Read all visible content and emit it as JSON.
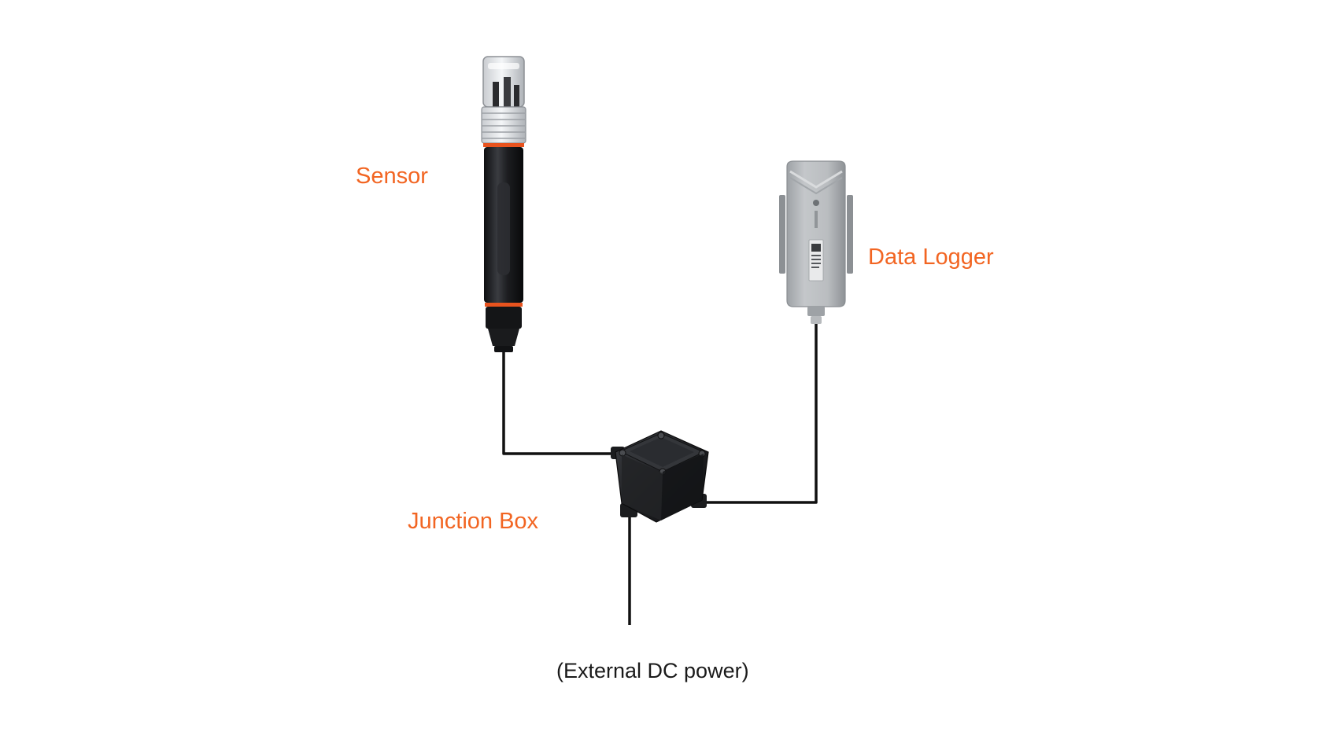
{
  "labels": {
    "sensor": "Sensor",
    "data_logger": "Data Logger",
    "junction_box": "Junction Box",
    "power": "(External DC power)"
  },
  "colors": {
    "label_accent": "#f26522",
    "label_plain": "#1a1a1a",
    "wire": "#111111",
    "sensor_body": "#1b1c1f",
    "sensor_ring": "#e8531e",
    "logger_body": "#b9bcbf",
    "junction_body": "#1e1f21"
  },
  "icons": {
    "sensor": "ph-probe-icon",
    "data_logger": "gateway-device-icon",
    "junction_box": "junction-box-icon"
  }
}
